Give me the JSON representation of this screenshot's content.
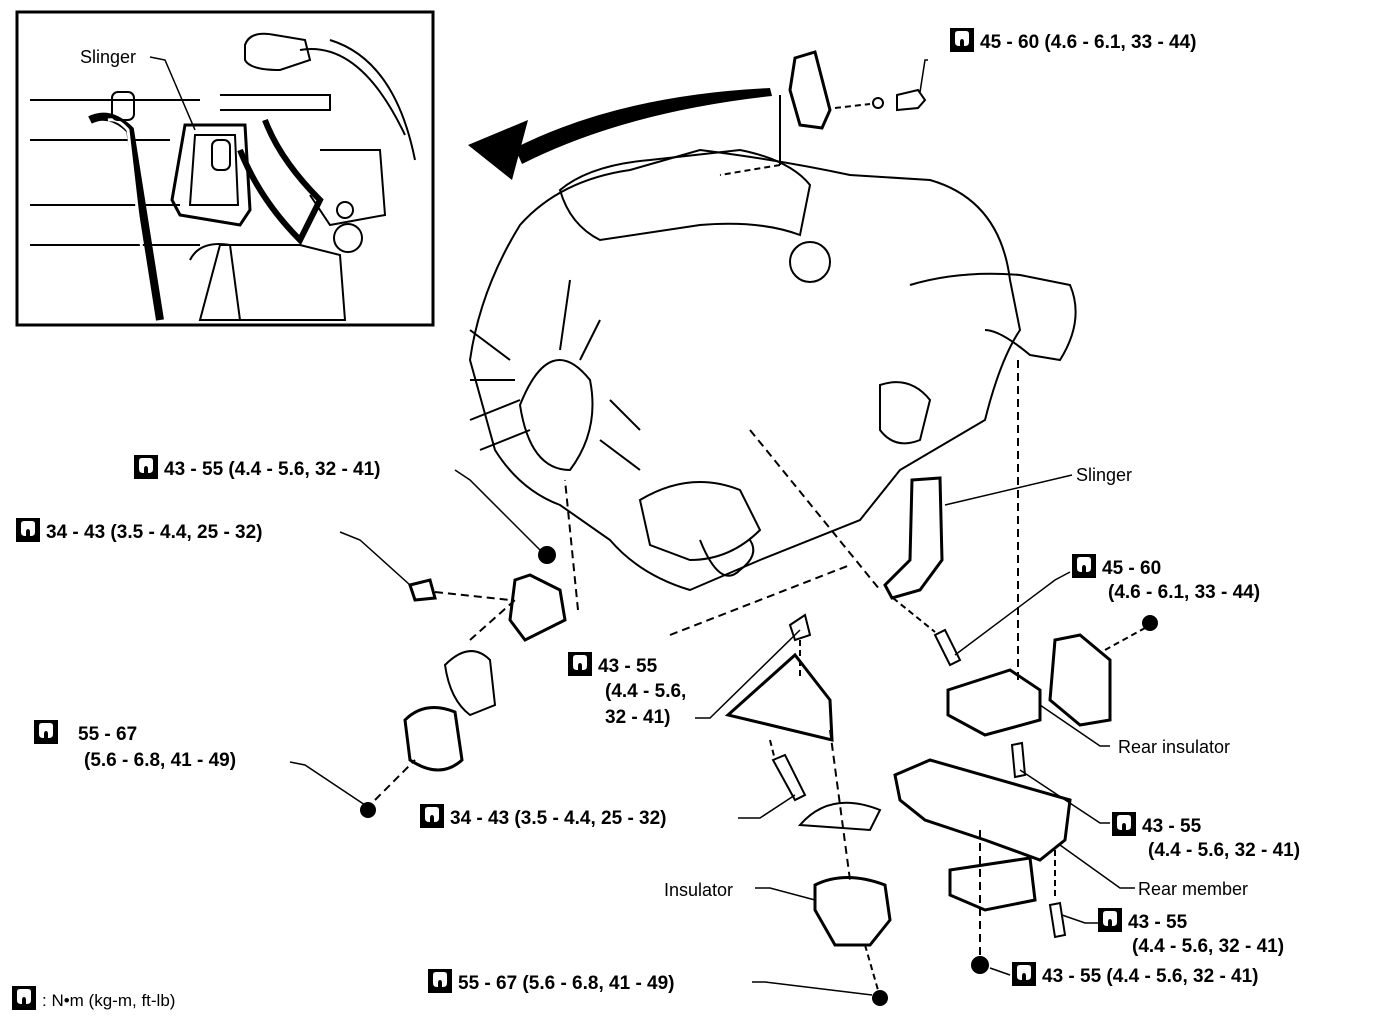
{
  "icons": {
    "torque": "torque-wrench-icon"
  },
  "labels": {
    "inset_slinger": "Slinger",
    "slinger": "Slinger",
    "rear_insulator": "Rear insulator",
    "rear_member": "Rear member",
    "insulator": "Insulator"
  },
  "torques": {
    "top_bracket": "45 - 60 (4.6 - 6.1, 33 - 44)",
    "front_bracket_nut": "43 - 55 (4.4 - 5.6, 32 - 41)",
    "front_bracket_bolt": "34 - 43 (3.5 - 4.4, 25 - 32)",
    "left_insulator_line1": "55 - 67",
    "left_insulator_line2": "(5.6 - 6.8, 41 - 49)",
    "slinger_bolt_line1": "45 - 60",
    "slinger_bolt_line2": "(4.6 - 6.1, 33 - 44)",
    "center_bracket_line1": "43 - 55",
    "center_bracket_line2": "(4.4 - 5.6,",
    "center_bracket_line3": "32 - 41)",
    "center_bolt": "34 - 43 (3.5 - 4.4, 25 - 32)",
    "rear_member_line1": "43 - 55",
    "rear_member_line2": "(4.4 - 5.6, 32 - 41)",
    "rear_bolt_line1": "43 - 55",
    "rear_bolt_line2": "(4.4 - 5.6, 32 - 41)",
    "rear_nut": "43 - 55 (4.4 - 5.6, 32 - 41)",
    "insulator_nut": "55 - 67 (5.6 - 6.8, 41 - 49)"
  },
  "legend": {
    "text": ": N•m (kg-m, ft-lb)"
  }
}
